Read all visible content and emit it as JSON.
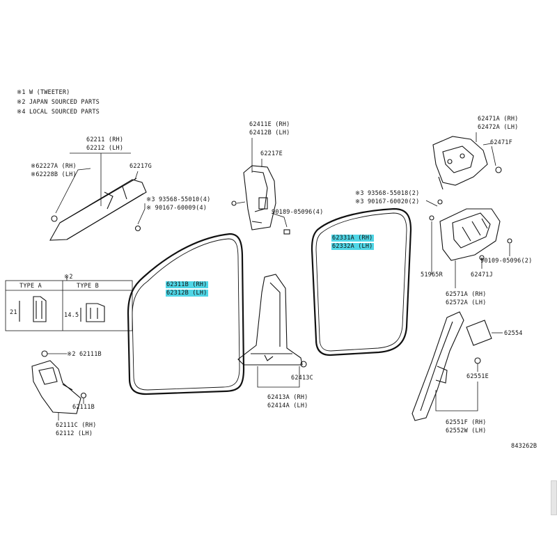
{
  "notes": [
    "※1 W (TWEETER)",
    "※2 JAPAN SOURCED PARTS",
    "※4 LOCAL SOURCED PARTS"
  ],
  "type_box": {
    "header": "※2",
    "type_a": "TYPE A",
    "type_b": "TYPE B",
    "dim_a": "21",
    "dim_b": "14.5"
  },
  "parts": {
    "front_pillar": [
      "62211 (RH)",
      "62212 (LH)"
    ],
    "front_clip": [
      "※62227A (RH)",
      "※62228B (LH)"
    ],
    "front_clip2": "62217G",
    "screws_front": [
      "※3 93568-55010(4)",
      "※ 90167-60009(4)"
    ],
    "center_pillar_upper": [
      "62411E (RH)",
      "62412B (LH)"
    ],
    "center_clip": "62217E",
    "center_screw": "90189-05096(4)",
    "front_seal": [
      "62311B (RH)",
      "62312B (LH)"
    ],
    "rear_seal": [
      "62331A (RH)",
      "62332A (LH)"
    ],
    "screws_rear": [
      "※3 93568-55018(2)",
      "※3 90167-60020(2)"
    ],
    "quarter_upper": [
      "62471A (RH)",
      "62472A (LH)"
    ],
    "quarter_clip": "62471F",
    "quarter_screw": "90109-05096(2)",
    "qclip_label": "51965R",
    "qclip2_label": "62471J",
    "quarter_trim": [
      "62571A (RH)",
      "62572A (LH)"
    ],
    "center_lower_clip": "62413C",
    "center_pillar_lower": [
      "62413A (RH)",
      "62414A (LH)"
    ],
    "kick_clip": "※2 62111B",
    "kick_clip2": "62111B",
    "kick_panel": [
      "62111C (RH)",
      "62112 (LH)"
    ],
    "rear_lower_cover": "62554",
    "rear_lower_clip": "62551E",
    "rear_lower": [
      "62551F (RH)",
      "62552W (LH)"
    ],
    "diagram_no": "843262B"
  }
}
